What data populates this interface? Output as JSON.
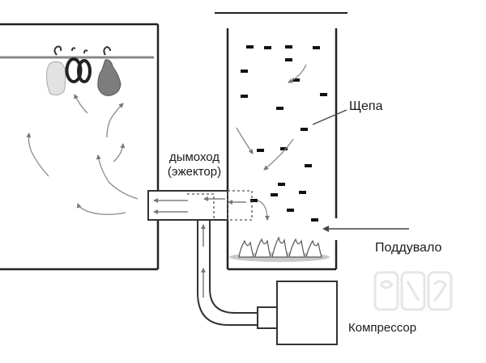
{
  "labels": {
    "chimney": "дымоход",
    "ejector": "(эжектор)",
    "chips": "Щепа",
    "blower": "Поддувало",
    "compressor": "Компрессор"
  }
}
